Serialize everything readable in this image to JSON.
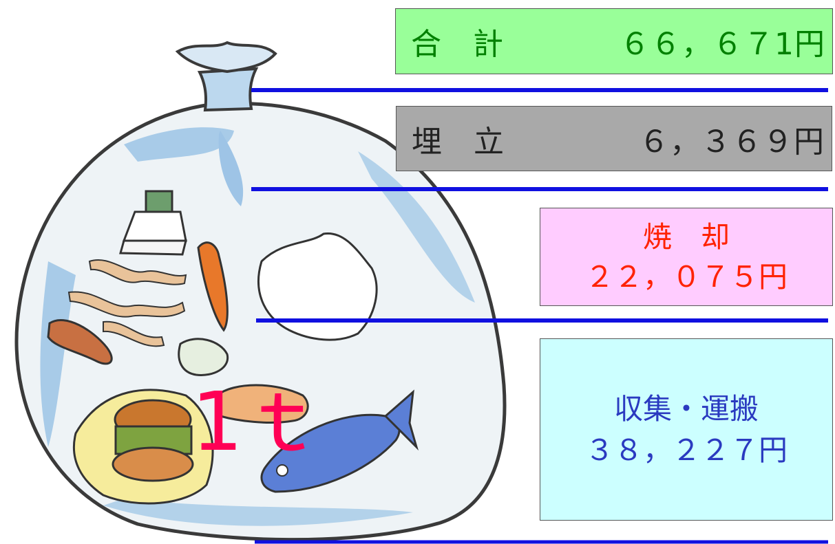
{
  "total": {
    "label": "合　計",
    "amount": "６６，６７1円"
  },
  "landfill": {
    "label": "埋　立",
    "amount": "６，３６９円"
  },
  "incineration": {
    "label": "焼　却",
    "amount": "２２，０７５円"
  },
  "collection": {
    "label": "収集・運搬",
    "amount": "３８，２２７円"
  },
  "weight": "1ｔ",
  "colors": {
    "total_bg": "#99ff99",
    "total_text": "#008000",
    "landfill_bg": "#a9a9a9",
    "incineration_bg": "#ffccff",
    "incineration_text": "#ff2200",
    "collection_bg": "#ccffff",
    "collection_text": "#2a3ac0",
    "divider": "#1010e0",
    "weight_text": "#ff0055"
  }
}
